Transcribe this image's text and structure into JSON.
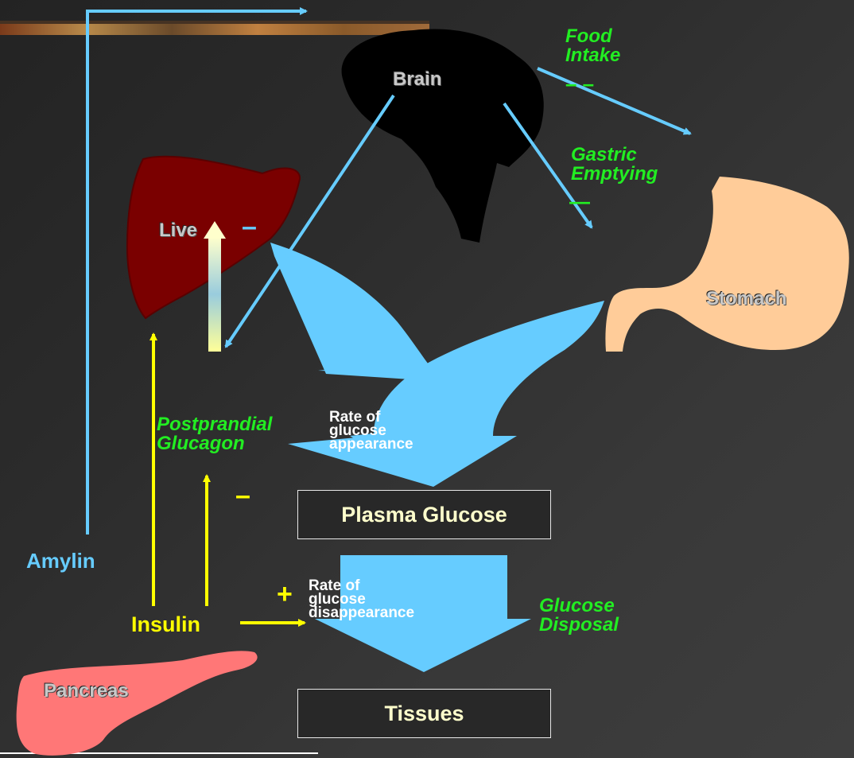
{
  "organs": {
    "brain": "Brain",
    "liver": "Live",
    "stomach": "Stomach",
    "pancreas": "Pancreas"
  },
  "effects": {
    "food_intake": "Food\nIntake",
    "gastric_emptying": "Gastric\nEmptying",
    "postprandial_glucagon": "Postprandial\nGlucagon",
    "glucose_disposal": "Glucose\nDisposal"
  },
  "hormones": {
    "amylin": "Amylin",
    "insulin": "Insulin"
  },
  "rates": {
    "appearance": "Rate of\nglucose\nappearance",
    "disappearance": "Rate of\nglucose\ndisappearance"
  },
  "boxes": {
    "plasma_glucose": "Plasma Glucose",
    "tissues": "Tissues"
  },
  "signs": {
    "liver_minus": "–",
    "glucagon_minus": "–",
    "food_minus": "– –",
    "gastric_minus": "—",
    "insulin_plus": "+"
  },
  "colors": {
    "amylin_blue": "#66ccff",
    "insulin_yellow": "#ffff00",
    "effect_green": "#22ee22",
    "liver": "#7a0000",
    "stomach": "#ffcc99",
    "pancreas": "#ff7777",
    "brain": "#000000"
  }
}
